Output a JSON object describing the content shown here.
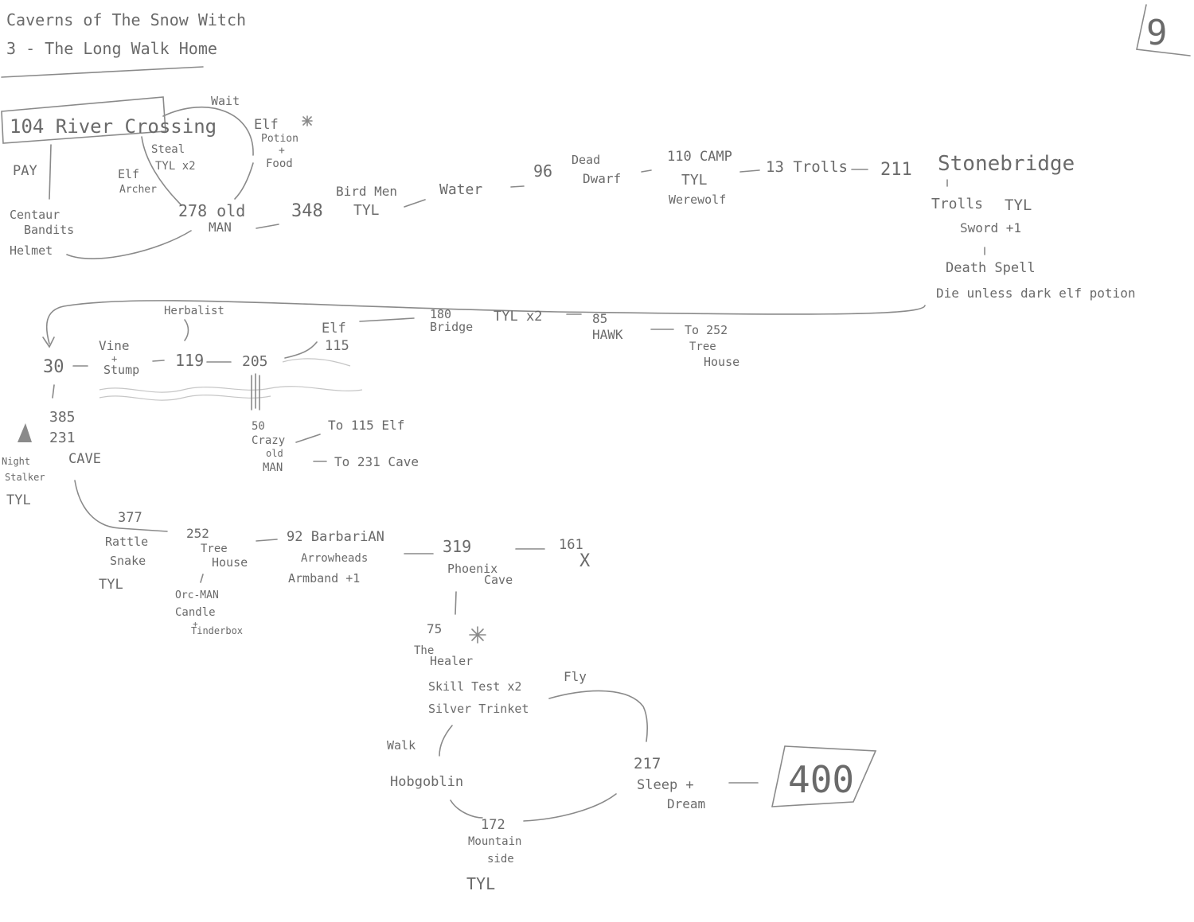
{
  "header": {
    "title_line1": "Caverns of The Snow Witch",
    "title_line2": "3 - The Long Walk Home",
    "page_number": "9"
  },
  "nodes": {
    "n104": "104 River Crossing",
    "pay": "PAY",
    "centaur": [
      "Centaur",
      "Bandits",
      "Helmet"
    ],
    "elf_archer": [
      "Elf",
      "Archer"
    ],
    "steal": [
      "Steal",
      "TYL x2"
    ],
    "wait": "Wait",
    "elf_potion": [
      "Elf",
      "Potion",
      "+",
      "Food"
    ],
    "n278": [
      "278 old",
      "MAN"
    ],
    "n348": "348",
    "birdmen": [
      "Bird Men",
      "TYL"
    ],
    "water": "Water",
    "n96": "96",
    "dead_dwarf": [
      "Dead",
      "Dwarf"
    ],
    "n110": [
      "110 CAMP",
      "TYL",
      "Werewolf"
    ],
    "n13": "13 Trolls",
    "n211": "211",
    "stonebridge": "Stonebridge",
    "sb_trolls": "Trolls",
    "sb_tyl": "TYL",
    "sb_sword": "Sword +1",
    "sb_death": "Death Spell",
    "sb_die": "Die unless dark elf potion",
    "herbalist": "Herbalist",
    "n30": "30",
    "vine": [
      "Vine",
      "+",
      "Stump"
    ],
    "n119": "119",
    "n205": "205",
    "elf115": [
      "Elf",
      "115"
    ],
    "bridge180": [
      "180",
      "Bridge"
    ],
    "tylx2": "TYL x2",
    "hawk": [
      "85",
      "HAWK"
    ],
    "to252": [
      "To 252",
      "Tree",
      "House"
    ],
    "n385": "385",
    "n231": [
      "231",
      "CAVE"
    ],
    "nightstalker": [
      "Night",
      "Stalker",
      "TYL"
    ],
    "crazy50": [
      "50",
      "Crazy",
      "old",
      "MAN"
    ],
    "to115": "To 115 Elf",
    "to231": "To 231 Cave",
    "n377": [
      "377",
      "Rattle",
      "Snake",
      "TYL"
    ],
    "n252": [
      "252",
      "Tree",
      "House"
    ],
    "orcman": [
      "Orc-MAN",
      "Candle",
      "+",
      "Tinderbox"
    ],
    "n92": [
      "92 BarbariAN",
      "Arrowheads",
      "Armband +1"
    ],
    "n319": [
      "319",
      "Phoenix",
      "Cave"
    ],
    "n161": "161",
    "cross_mark": "X",
    "n75": [
      "75",
      "The",
      "Healer",
      "Skill Test x2",
      "Silver Trinket"
    ],
    "fly": "Fly",
    "walk": "Walk",
    "hobgoblin": "Hobgoblin",
    "n172": [
      "172",
      "Mountain",
      "side",
      "TYL"
    ],
    "n217": [
      "217",
      "Sleep +",
      "Dream"
    ],
    "n400": "400"
  }
}
